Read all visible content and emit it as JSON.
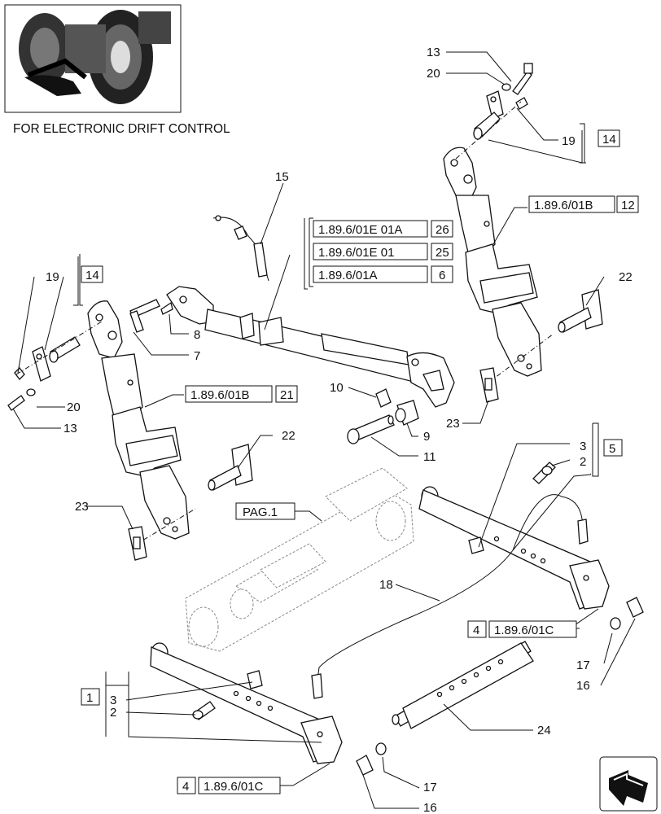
{
  "caption": "FOR ELECTRONIC DRIFT CONTROL",
  "callouts": {
    "c13_top": "13",
    "c20_top": "20",
    "c19_top": "19",
    "c15": "15",
    "c22_right": "22",
    "c19_left": "19",
    "c8": "8",
    "c7": "7",
    "c10": "10",
    "c9": "9",
    "c11": "11",
    "c20_left": "20",
    "c13_left": "13",
    "c23_right": "23",
    "c22_left": "22",
    "c3_right": "3",
    "c2_right": "2",
    "c23_left": "23",
    "c18": "18",
    "c17_right": "17",
    "c16_right": "16",
    "c3_left": "3",
    "c2_left": "2",
    "c24": "24",
    "c17_bot": "17",
    "c16_bot": "16"
  },
  "boxes": {
    "b14_top": "14",
    "b14_left": "14",
    "b12": "12",
    "b21": "21",
    "b26": "26",
    "b25": "25",
    "b6": "6",
    "b5": "5",
    "b1": "1",
    "b4_right": "4",
    "b4_bot": "4"
  },
  "refs": {
    "r_01b_right": "1.89.6/01B",
    "r_01e01a": "1.89.6/01E 01A",
    "r_01e01": "1.89.6/01E 01",
    "r_01a": "1.89.6/01A",
    "r_01b_left": "1.89.6/01B",
    "r_pag1": "PAG.1",
    "r_01c_right": "1.89.6/01C",
    "r_01c_bot": "1.89.6/01C"
  },
  "icons": {
    "thumbnail": "tractor-thumbnail-icon",
    "navigation": "next-page-arrow-icon"
  }
}
